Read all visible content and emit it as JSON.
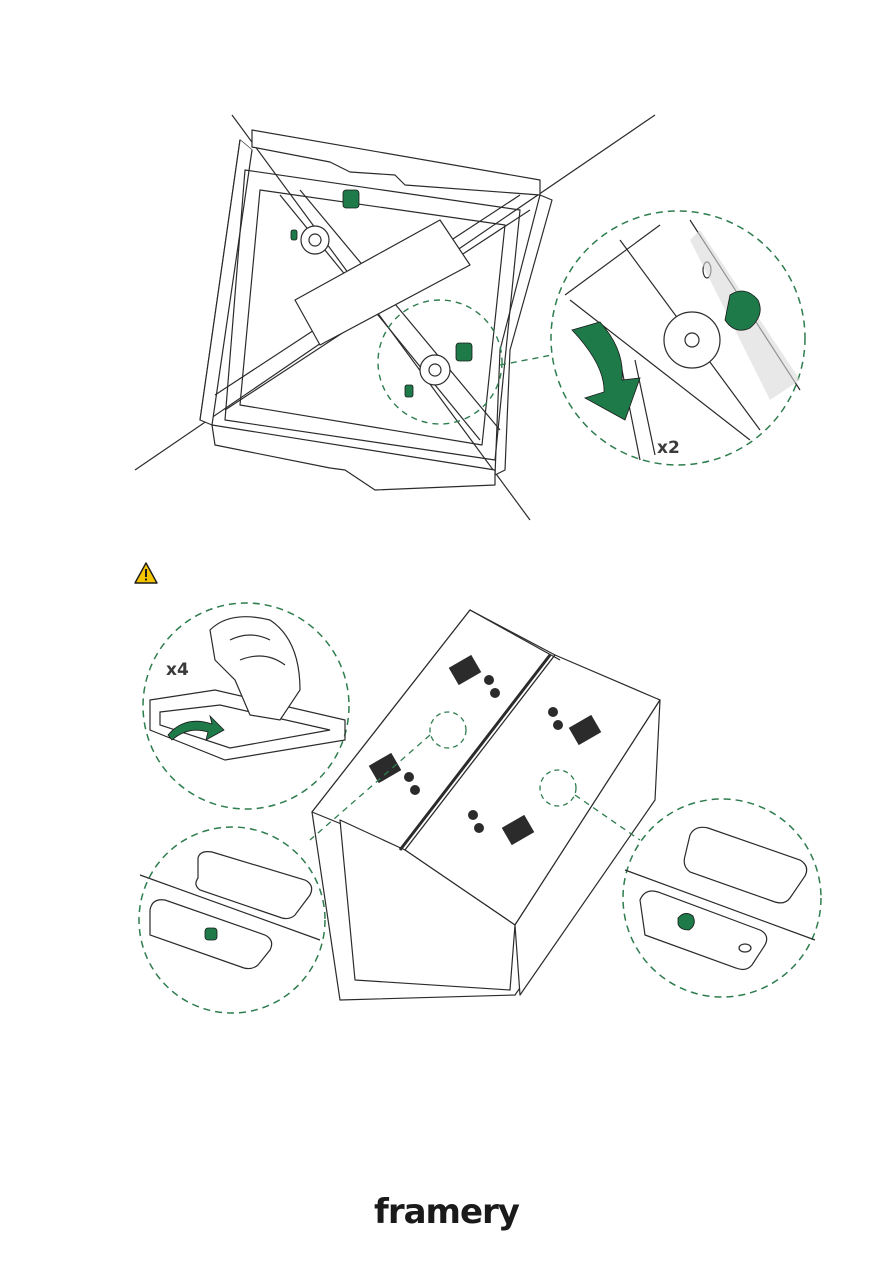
{
  "step_top": {
    "quantity_label": "x2"
  },
  "step_bottom": {
    "quantity_label": "x4"
  },
  "warning": {
    "icon": "warning-triangle-icon",
    "color": "#f5c400"
  },
  "footer": {
    "brand": "framery"
  },
  "colors": {
    "accent_green": "#1f7a4a",
    "line": "#2b2b2b",
    "dashed_circle": "#2e7d4f"
  }
}
